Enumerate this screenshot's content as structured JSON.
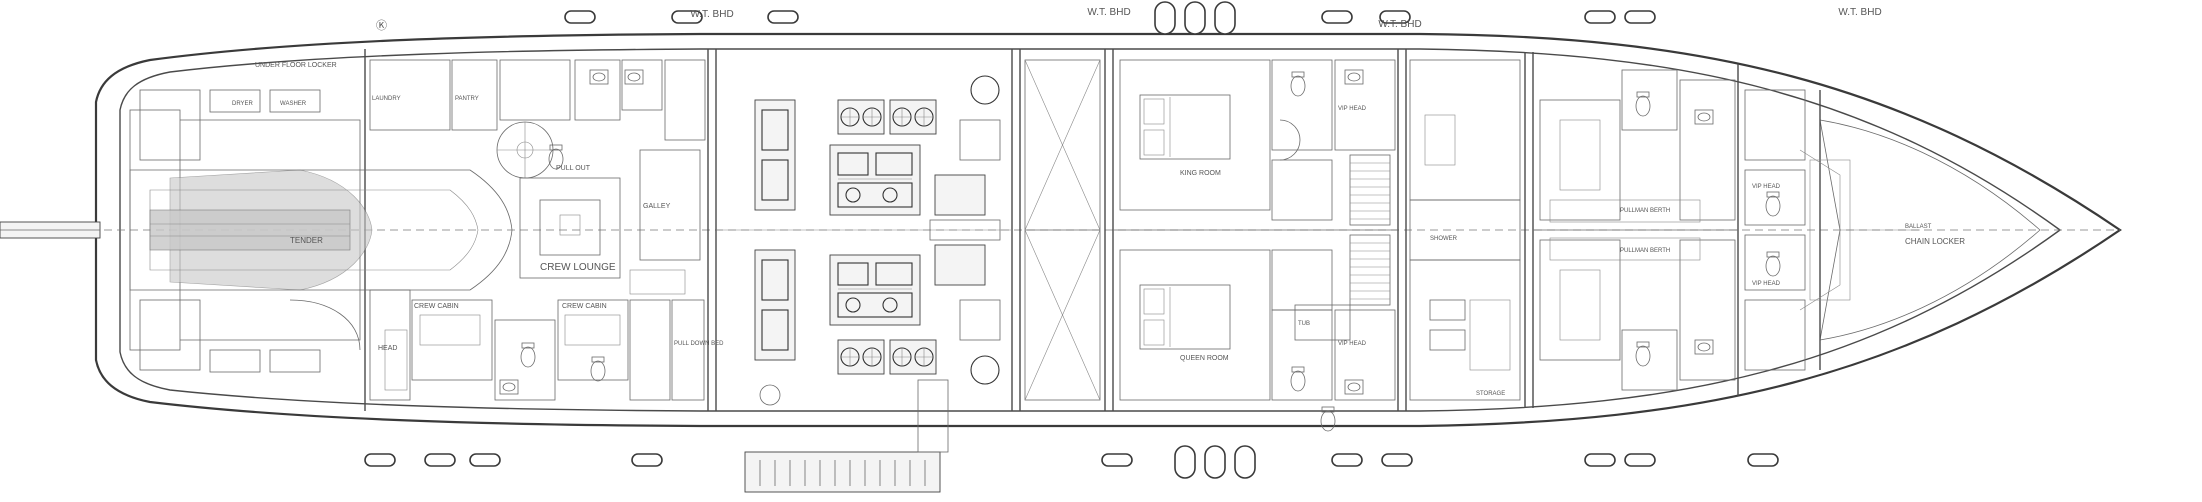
{
  "bulkhead_labels": [
    "W.T. BHD",
    "W.T. BHD",
    "W.T. BHD",
    "W.T. BHD"
  ],
  "aft_labels": {
    "top_mark": "Ⓚ",
    "under_floor": "UNDER FLOOR LOCKER",
    "tender": "TENDER"
  },
  "crew_area": {
    "lounge": "CREW LOUNGE",
    "crew_cabin_port": "CREW CABIN",
    "crew_cabin_stbd": "CREW CABIN",
    "galley": "GALLEY",
    "head": "HEAD",
    "pull_out": "PULL OUT",
    "pull_down": "PULL DOWN BED",
    "laundry": "LAUNDRY",
    "pantry": "PANTRY",
    "dryer": "DRYER",
    "washer": "WASHER"
  },
  "guest_area": {
    "vip_1": "VIP HEAD",
    "vip_2": "VIP HEAD",
    "pullman_1": "PULLMAN BERTH",
    "pullman_2": "PULLMAN BERTH",
    "vip_fwd_1": "VIP HEAD",
    "vip_fwd_2": "VIP HEAD",
    "king_room": "KING ROOM",
    "queen_room": "QUEEN ROOM",
    "storage": "STORAGE",
    "bathtub": "TUB",
    "shower": "SHOWER"
  },
  "forepeak": {
    "chain_locker": "CHAIN LOCKER",
    "ballast": "BALLAST"
  },
  "icons": [
    "engine-icon",
    "fan-icon",
    "stair-icon",
    "bed-icon",
    "toilet-icon",
    "sink-icon"
  ]
}
